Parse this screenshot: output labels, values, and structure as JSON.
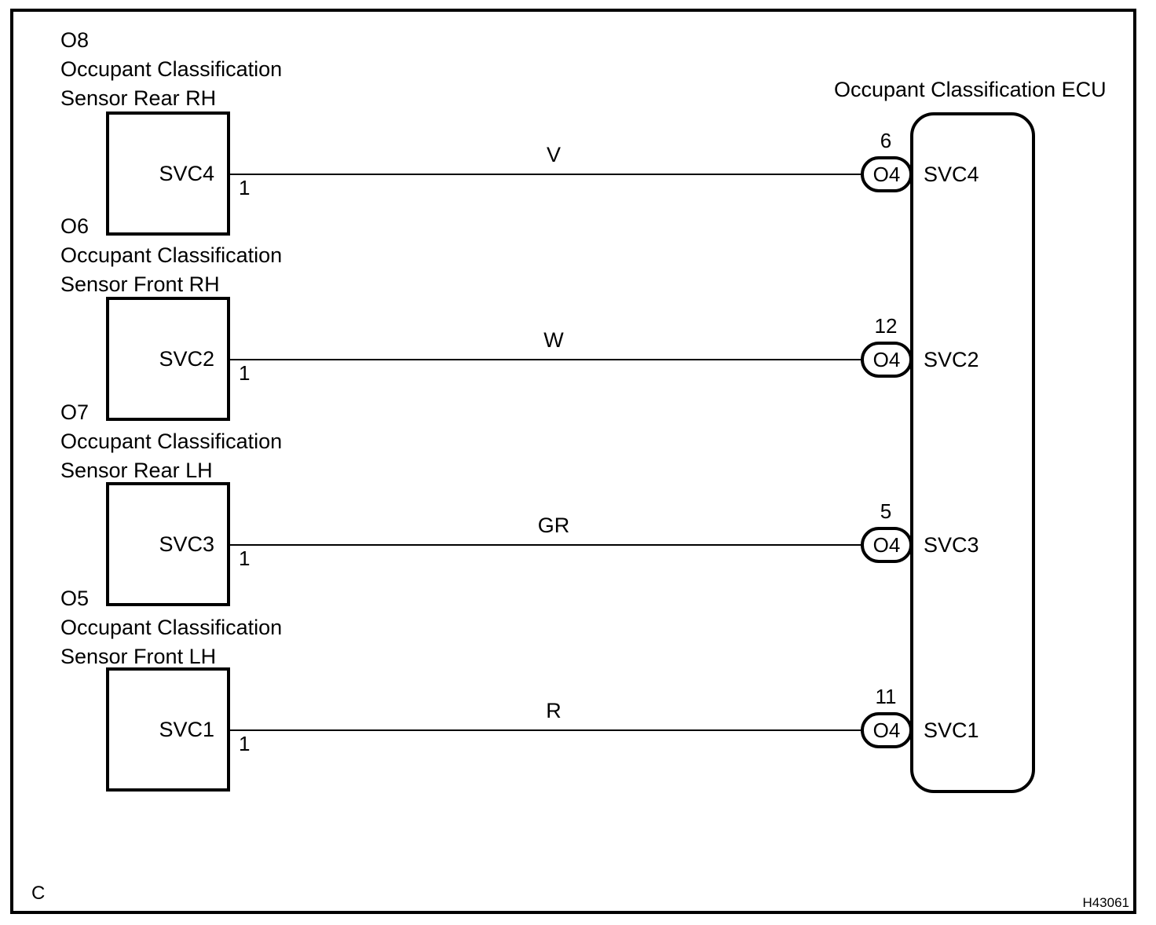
{
  "colors": {
    "line": "#000000",
    "background": "#ffffff",
    "text": "#000000"
  },
  "diagram": {
    "ecu_title": "Occupant Classification ECU",
    "corner_label": "C",
    "figure_id": "H43061"
  },
  "sensors": [
    {
      "id_label": "O8",
      "name_line1": "Occupant Classification",
      "name_line2": "Sensor Rear RH",
      "box_label": "SVC4",
      "pin": "1",
      "wire_label": "V",
      "ecu_pin": "6",
      "ecu_connector": "O4",
      "ecu_label": "SVC4"
    },
    {
      "id_label": "O6",
      "name_line1": "Occupant Classification",
      "name_line2": "Sensor Front RH",
      "box_label": "SVC2",
      "pin": "1",
      "wire_label": "W",
      "ecu_pin": "12",
      "ecu_connector": "O4",
      "ecu_label": "SVC2"
    },
    {
      "id_label": "O7",
      "name_line1": "Occupant Classification",
      "name_line2": "Sensor Rear LH",
      "box_label": "SVC3",
      "pin": "1",
      "wire_label": "GR",
      "ecu_pin": "5",
      "ecu_connector": "O4",
      "ecu_label": "SVC3"
    },
    {
      "id_label": "O5",
      "name_line1": "Occupant Classification",
      "name_line2": "Sensor Front LH",
      "box_label": "SVC1",
      "pin": "1",
      "wire_label": "R",
      "ecu_pin": "11",
      "ecu_connector": "O4",
      "ecu_label": "SVC1"
    }
  ]
}
